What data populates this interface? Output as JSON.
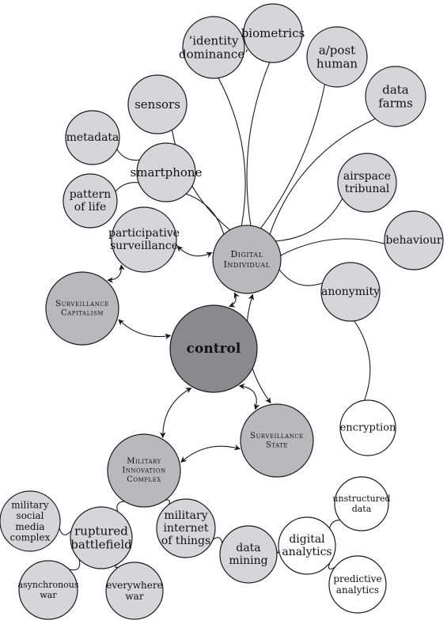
{
  "colors": {
    "light": "#d6d6d8",
    "medium": "#b9b9bc",
    "dark": "#8a8a8e",
    "white": "#ffffff",
    "stroke": "#1a1a1a"
  },
  "nodes": [
    {
      "id": "identity-dominance",
      "lines": [
        "‘identity",
        "dominance’"
      ],
      "fill": "light",
      "size": 15,
      "caps": false
    },
    {
      "id": "biometrics",
      "lines": [
        "biometrics"
      ],
      "fill": "light",
      "size": 15,
      "caps": false
    },
    {
      "id": "a-post-human",
      "lines": [
        "a/post",
        "human"
      ],
      "fill": "light",
      "size": 15,
      "caps": false
    },
    {
      "id": "data-farms",
      "lines": [
        "data",
        "farms"
      ],
      "fill": "light",
      "size": 15,
      "caps": false
    },
    {
      "id": "sensors",
      "lines": [
        "sensors"
      ],
      "fill": "light",
      "size": 15,
      "caps": false
    },
    {
      "id": "metadata",
      "lines": [
        "metadata"
      ],
      "fill": "light",
      "size": 14,
      "caps": false
    },
    {
      "id": "smartphone",
      "lines": [
        "smartphone"
      ],
      "fill": "light",
      "size": 15,
      "caps": false
    },
    {
      "id": "pattern-of-life",
      "lines": [
        "pattern",
        "of life"
      ],
      "fill": "light",
      "size": 14,
      "caps": false
    },
    {
      "id": "airspace-tribunal",
      "lines": [
        "airspace",
        "tribunal"
      ],
      "fill": "light",
      "size": 14,
      "caps": false
    },
    {
      "id": "behaviour",
      "lines": [
        "behaviour"
      ],
      "fill": "light",
      "size": 14,
      "caps": false
    },
    {
      "id": "participative-surveillance",
      "lines": [
        "participative",
        "surveillance"
      ],
      "fill": "light",
      "size": 14,
      "caps": false
    },
    {
      "id": "digital-individual",
      "lines": [
        "Digital",
        "Individual"
      ],
      "fill": "medium",
      "size": 11,
      "caps": true
    },
    {
      "id": "anonymity",
      "lines": [
        "anonymity"
      ],
      "fill": "light",
      "size": 14,
      "caps": false
    },
    {
      "id": "surveillance-capitalism",
      "lines": [
        "Surveillance",
        "Capitalism"
      ],
      "fill": "medium",
      "size": 10,
      "caps": true
    },
    {
      "id": "control",
      "lines": [
        "control"
      ],
      "fill": "dark",
      "size": 17,
      "caps": false,
      "bold": true
    },
    {
      "id": "encryption",
      "lines": [
        "encryption"
      ],
      "fill": "white",
      "size": 13,
      "caps": false
    },
    {
      "id": "surveillance-state",
      "lines": [
        "Surveillance",
        "State"
      ],
      "fill": "medium",
      "size": 10,
      "caps": true
    },
    {
      "id": "military-innovation-complex",
      "lines": [
        "Military",
        "Innovation",
        "Complex"
      ],
      "fill": "medium",
      "size": 10,
      "caps": true
    },
    {
      "id": "unstructured-data",
      "lines": [
        "unstructured",
        "data"
      ],
      "fill": "white",
      "size": 11,
      "caps": false
    },
    {
      "id": "military-social-media-complex",
      "lines": [
        "military",
        "social",
        "media",
        "complex"
      ],
      "fill": "light",
      "size": 12,
      "caps": false
    },
    {
      "id": "ruptured-battlefield",
      "lines": [
        "ruptured",
        "battlefield"
      ],
      "fill": "light",
      "size": 15,
      "caps": false
    },
    {
      "id": "military-internet-of-things",
      "lines": [
        "military",
        "internet",
        "of things"
      ],
      "fill": "light",
      "size": 14,
      "caps": false
    },
    {
      "id": "digital-analytics",
      "lines": [
        "digital",
        "analytics"
      ],
      "fill": "white",
      "size": 14,
      "caps": false
    },
    {
      "id": "data-mining",
      "lines": [
        "data",
        "mining"
      ],
      "fill": "light",
      "size": 14,
      "caps": false
    },
    {
      "id": "asynchronous-war",
      "lines": [
        "asynchronous",
        "war"
      ],
      "fill": "light",
      "size": 11,
      "caps": false
    },
    {
      "id": "everywhere-war",
      "lines": [
        "everywhere",
        "war"
      ],
      "fill": "light",
      "size": 12,
      "caps": false
    },
    {
      "id": "predictive-analytics",
      "lines": [
        "predictive",
        "analytics"
      ],
      "fill": "white",
      "size": 12,
      "caps": false
    }
  ],
  "edges": [
    {
      "from": "sensors",
      "to": "digital-individual",
      "type": "line"
    },
    {
      "from": "identity-dominance",
      "to": "digital-individual",
      "type": "line"
    },
    {
      "from": "biometrics",
      "to": "digital-individual",
      "type": "line"
    },
    {
      "from": "a-post-human",
      "to": "digital-individual",
      "type": "line"
    },
    {
      "from": "data-farms",
      "to": "digital-individual",
      "type": "line"
    },
    {
      "from": "airspace-tribunal",
      "to": "digital-individual",
      "type": "line"
    },
    {
      "from": "behaviour",
      "to": "digital-individual",
      "type": "line"
    },
    {
      "from": "smartphone",
      "to": "digital-individual",
      "type": "line"
    },
    {
      "from": "metadata",
      "to": "smartphone",
      "type": "line"
    },
    {
      "from": "pattern-of-life",
      "to": "smartphone",
      "type": "line"
    },
    {
      "from": "digital-individual",
      "to": "anonymity",
      "type": "line"
    },
    {
      "from": "anonymity",
      "to": "encryption",
      "type": "line"
    },
    {
      "from": "participative-surveillance",
      "to": "digital-individual",
      "type": "arrow"
    },
    {
      "from": "participative-surveillance",
      "to": "surveillance-capitalism",
      "type": "arrow"
    },
    {
      "from": "surveillance-capitalism",
      "to": "control",
      "type": "arrow"
    },
    {
      "from": "digital-individual",
      "to": "control",
      "type": "arrow"
    },
    {
      "from": "digital-individual",
      "to": "surveillance-state",
      "type": "arrow"
    },
    {
      "from": "control",
      "to": "surveillance-state",
      "type": "arrow"
    },
    {
      "from": "control",
      "to": "military-innovation-complex",
      "type": "arrow"
    },
    {
      "from": "military-innovation-complex",
      "to": "surveillance-state",
      "type": "arrow"
    },
    {
      "from": "military-innovation-complex",
      "to": "ruptured-battlefield",
      "type": "line"
    },
    {
      "from": "military-innovation-complex",
      "to": "military-internet-of-things",
      "type": "line"
    },
    {
      "from": "military-social-media-complex",
      "to": "ruptured-battlefield",
      "type": "line"
    },
    {
      "from": "ruptured-battlefield",
      "to": "asynchronous-war",
      "type": "line"
    },
    {
      "from": "ruptured-battlefield",
      "to": "everywhere-war",
      "type": "line"
    },
    {
      "from": "military-internet-of-things",
      "to": "data-mining",
      "type": "line"
    },
    {
      "from": "data-mining",
      "to": "digital-analytics",
      "type": "line"
    },
    {
      "from": "digital-analytics",
      "to": "unstructured-data",
      "type": "line"
    },
    {
      "from": "digital-analytics",
      "to": "predictive-analytics",
      "type": "line"
    }
  ]
}
